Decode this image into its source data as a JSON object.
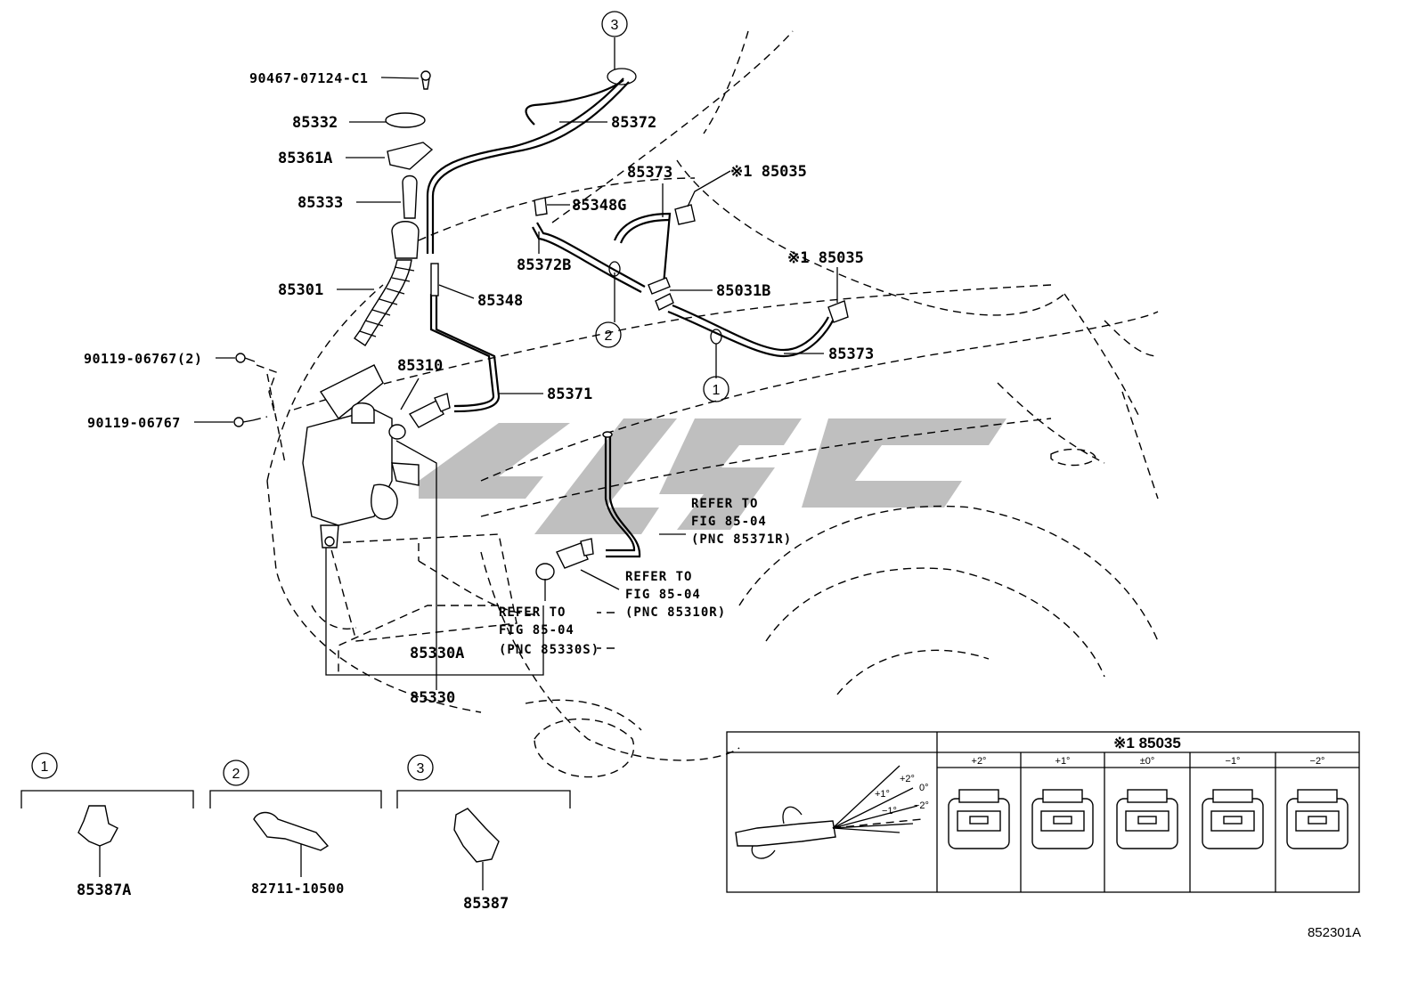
{
  "labels": {
    "screw": "90467-07124-C1",
    "cap": "85332",
    "cap_holder": "85361A",
    "neck_seal": "85333",
    "inlet": "85301",
    "bolt_a": "90119-06767(2)",
    "bolt_b": "90119-06767",
    "hose_top": "85372",
    "hose_b": "85372B",
    "valve_g": "85348G",
    "hose_upper_right": "85373",
    "hose_lower_right": "85373",
    "nozzle_upper": "※1 85035",
    "nozzle_lower": "※1 85035",
    "joint": "85031B",
    "valve": "85348",
    "motor": "85310",
    "hose_main": "85371",
    "grommet_a": "85330A",
    "jar": "85330"
  },
  "refer_notes": [
    {
      "line1": "REFER TO",
      "line2": "FIG 85-04",
      "line3": "(PNC 85371R)"
    },
    {
      "line1": "REFER TO",
      "line2": "FIG 85-04",
      "line3": "(PNC 85310R)"
    },
    {
      "line1": "REFER TO",
      "line2": "FIG 85-04",
      "line3": "(PNC 85330S)"
    }
  ],
  "callouts": {
    "c1": "1",
    "c2": "2",
    "c3": "3"
  },
  "clips": [
    {
      "num": "1",
      "part": "85387A"
    },
    {
      "num": "2",
      "part": "82711-10500"
    },
    {
      "num": "3",
      "part": "85387"
    }
  ],
  "nozzle_table": {
    "title": "※1 85035",
    "angles": [
      "+2°",
      "+1°",
      "±0°",
      "−1°",
      "−2°"
    ],
    "diagram_labels": [
      "+2°",
      "+1°",
      "0°",
      "−1°",
      "−2°"
    ]
  },
  "figure_code": "852301A",
  "icons": [
    "watermark-logo",
    "washer-jar",
    "washer-motor",
    "nozzle",
    "hose-clamp"
  ]
}
